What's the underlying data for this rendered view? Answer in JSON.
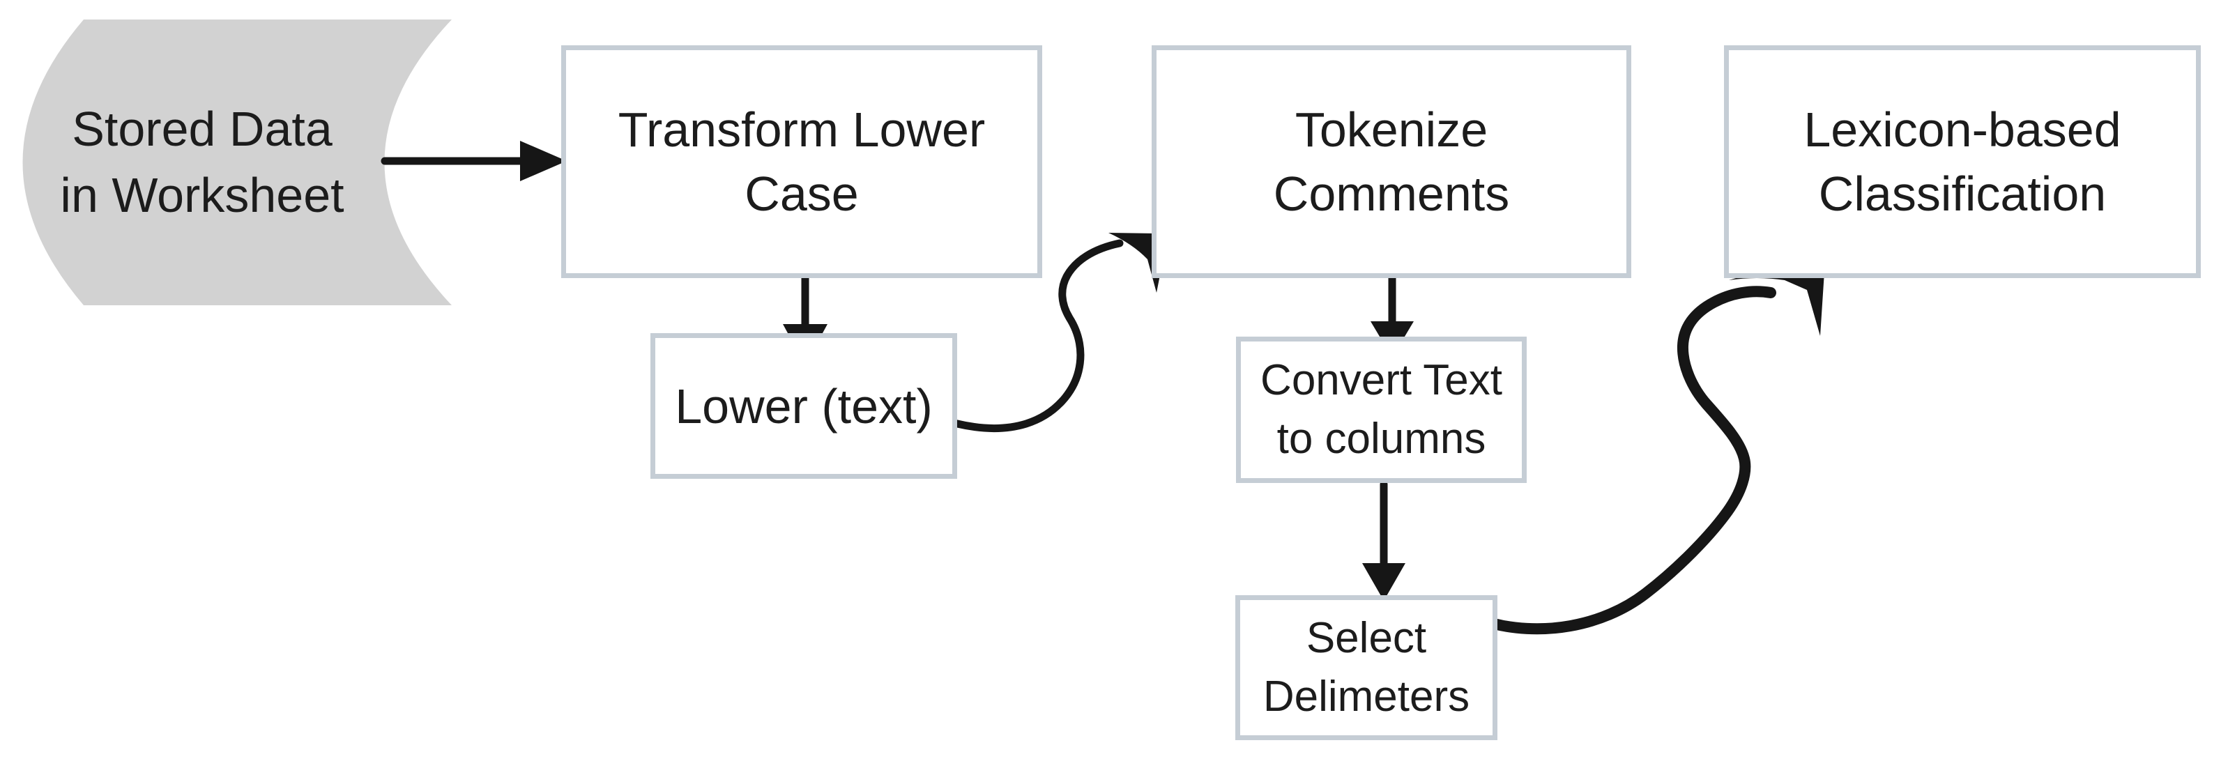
{
  "title": "Lexicon-based classification preprocessing flowchart",
  "colors": {
    "background": "#ffffff",
    "box_border": "#c5cdd5",
    "box_fill": "#ffffff",
    "data_shape_fill": "#d2d2d2",
    "text": "#1c1c1c",
    "arrow": "#161616"
  },
  "nodes": {
    "stored_data": {
      "label": "Stored Data\nin Worksheet",
      "shape": "stored-data"
    },
    "transform_lower_case": {
      "label": "Transform Lower\nCase",
      "shape": "process"
    },
    "lower_text": {
      "label": "Lower (text)",
      "shape": "process"
    },
    "tokenize_comments": {
      "label": "Tokenize\nComments",
      "shape": "process"
    },
    "convert_text_to_columns": {
      "label": "Convert Text\nto columns",
      "shape": "process"
    },
    "select_delimeters": {
      "label": "Select\nDelimeters",
      "shape": "process"
    },
    "lexicon_based_classification": {
      "label": "Lexicon-based\nClassification",
      "shape": "process"
    }
  },
  "connectors": [
    {
      "from": "stored_data",
      "to": "transform_lower_case",
      "style": "straight-arrow-right"
    },
    {
      "from": "transform_lower_case",
      "to": "lower_text",
      "style": "straight-arrow-down"
    },
    {
      "from": "lower_text",
      "to": "tokenize_comments",
      "style": "curved-s-arrow"
    },
    {
      "from": "tokenize_comments",
      "to": "convert_text_to_columns",
      "style": "straight-arrow-down"
    },
    {
      "from": "convert_text_to_columns",
      "to": "select_delimeters",
      "style": "straight-arrow-down"
    },
    {
      "from": "select_delimeters",
      "to": "lexicon_based_classification",
      "style": "curved-s-arrow"
    }
  ]
}
